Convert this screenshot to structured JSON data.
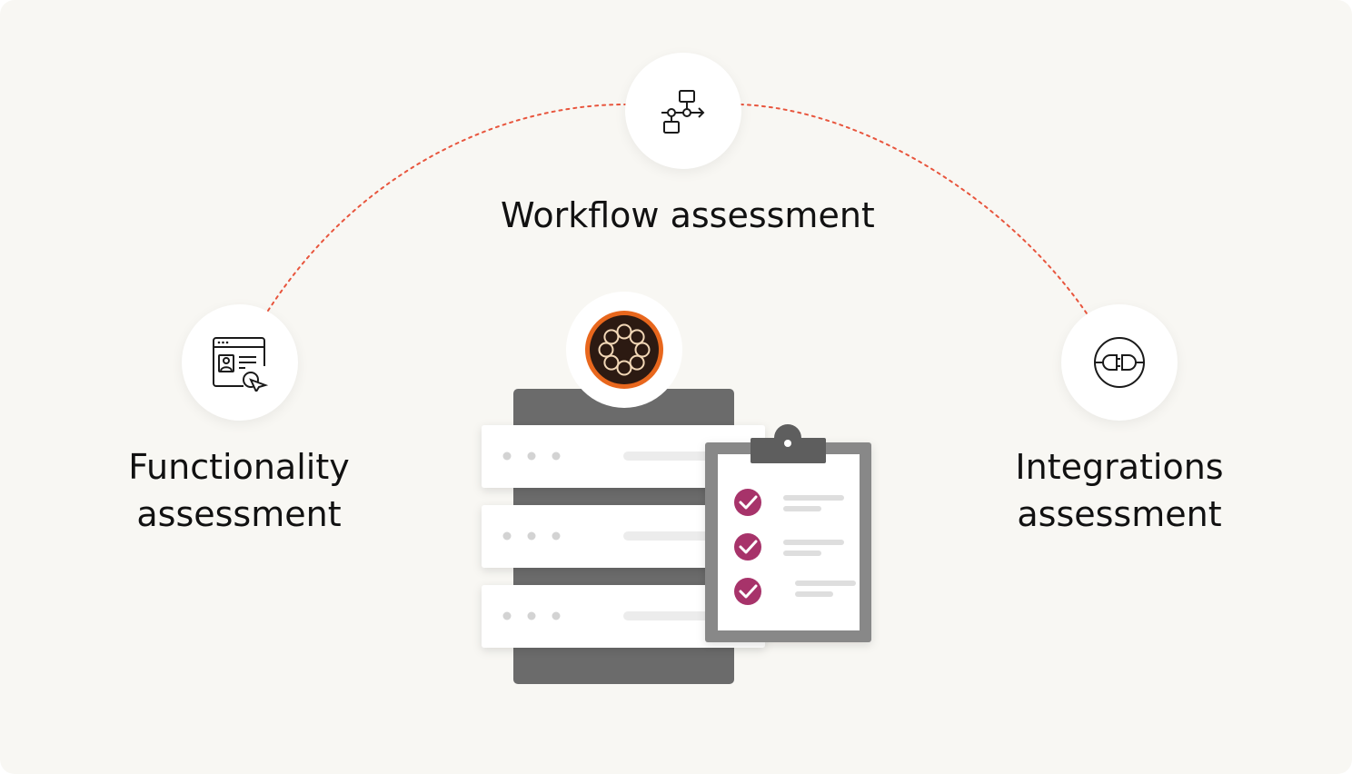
{
  "colors": {
    "background": "#f8f7f3",
    "arc": "#e8553d",
    "server": "#6b6b6b",
    "check": "#a7336a",
    "brand_ring": "#e8671d",
    "brand_core": "#2c1a12"
  },
  "nodes": {
    "workflow": {
      "icon": "workflow-icon",
      "label": "Workflow assessment"
    },
    "functionality": {
      "icon": "browser-profile-cursor-icon",
      "label_line1": "Functionality",
      "label_line2": "assessment"
    },
    "integrations": {
      "icon": "plug-connector-icon",
      "label_line1": "Integrations",
      "label_line2": "assessment"
    }
  },
  "center": {
    "logo_icon": "experience-manager-logo-icon",
    "illustration": "server-stack-icon",
    "clipboard": "checklist-clipboard-icon",
    "checked_items": 3
  }
}
